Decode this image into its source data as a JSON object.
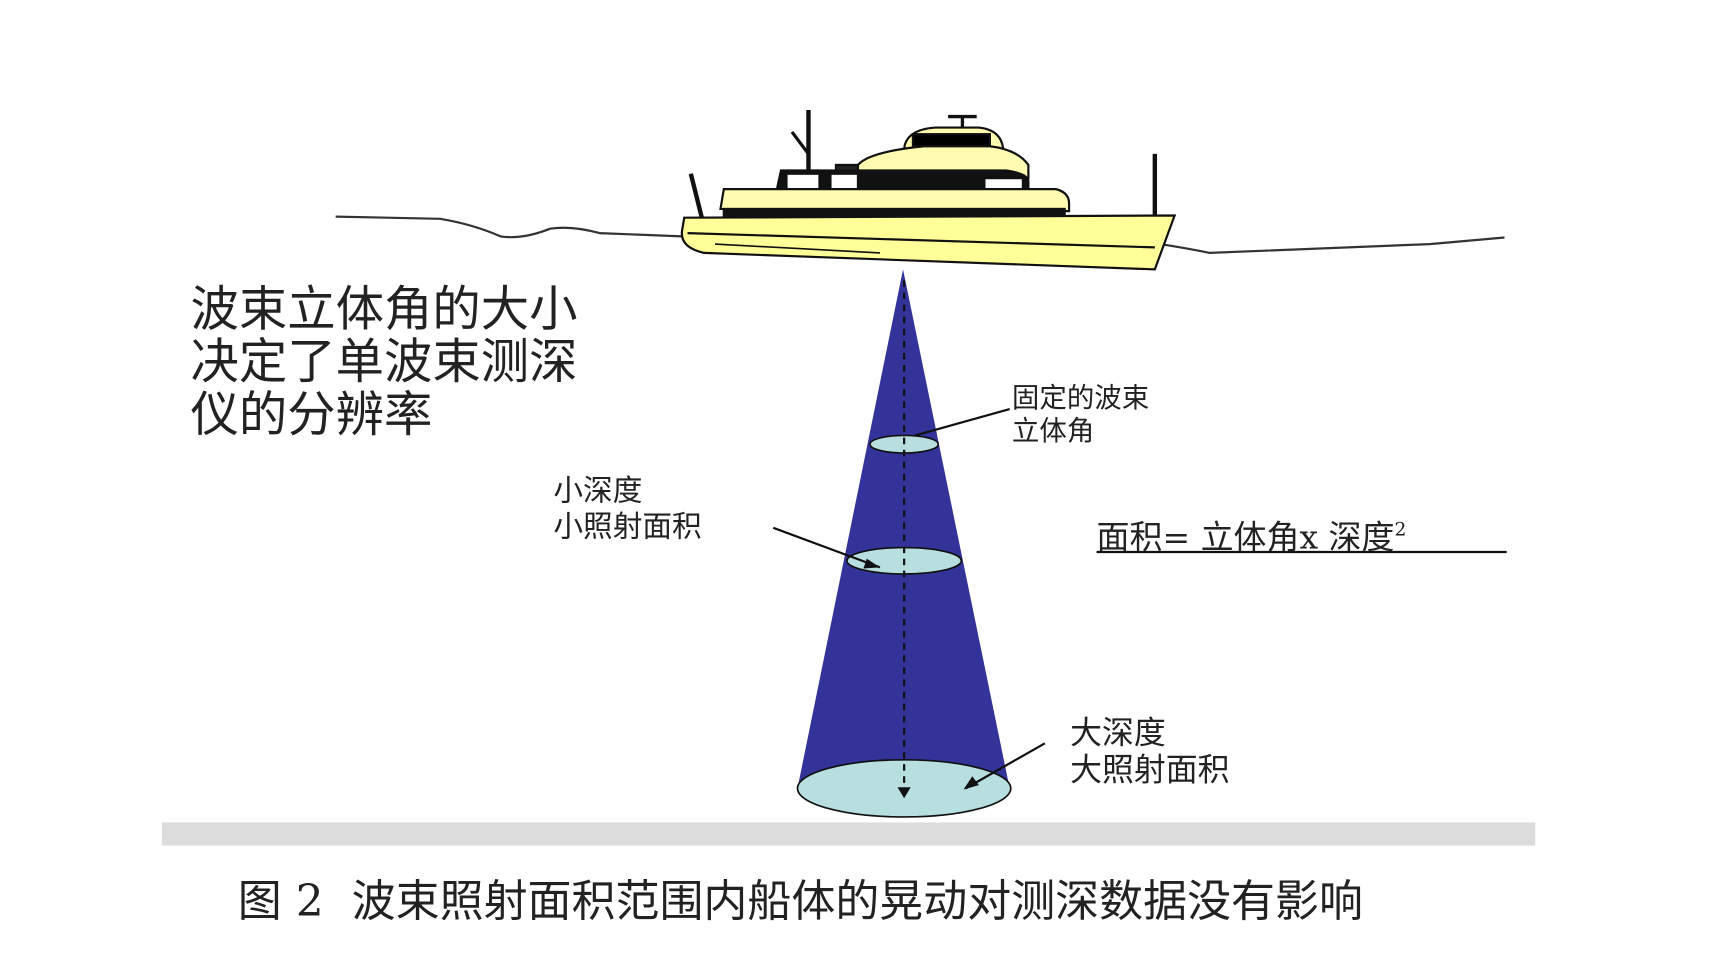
{
  "title_text": [
    "波束立体角的大小",
    "决定了单波束测深",
    "仪的分辨率"
  ],
  "labels": {
    "fixed_angle": [
      "固定的波束",
      "立体角"
    ],
    "small_depth": [
      "小深度",
      "小照射面积"
    ],
    "large_depth": [
      "大深度",
      "大照射面积"
    ],
    "formula": "面积= 立体角x 深度",
    "formula_sup": "2"
  },
  "caption": "图 2  波束照射面积范围内船体的晃动对测深数据没有影响",
  "colors": {
    "cone": "#333399",
    "footprint": "#b8dfe0",
    "boat_hull": "#ffff99",
    "seabed": "#dcdcdc"
  }
}
